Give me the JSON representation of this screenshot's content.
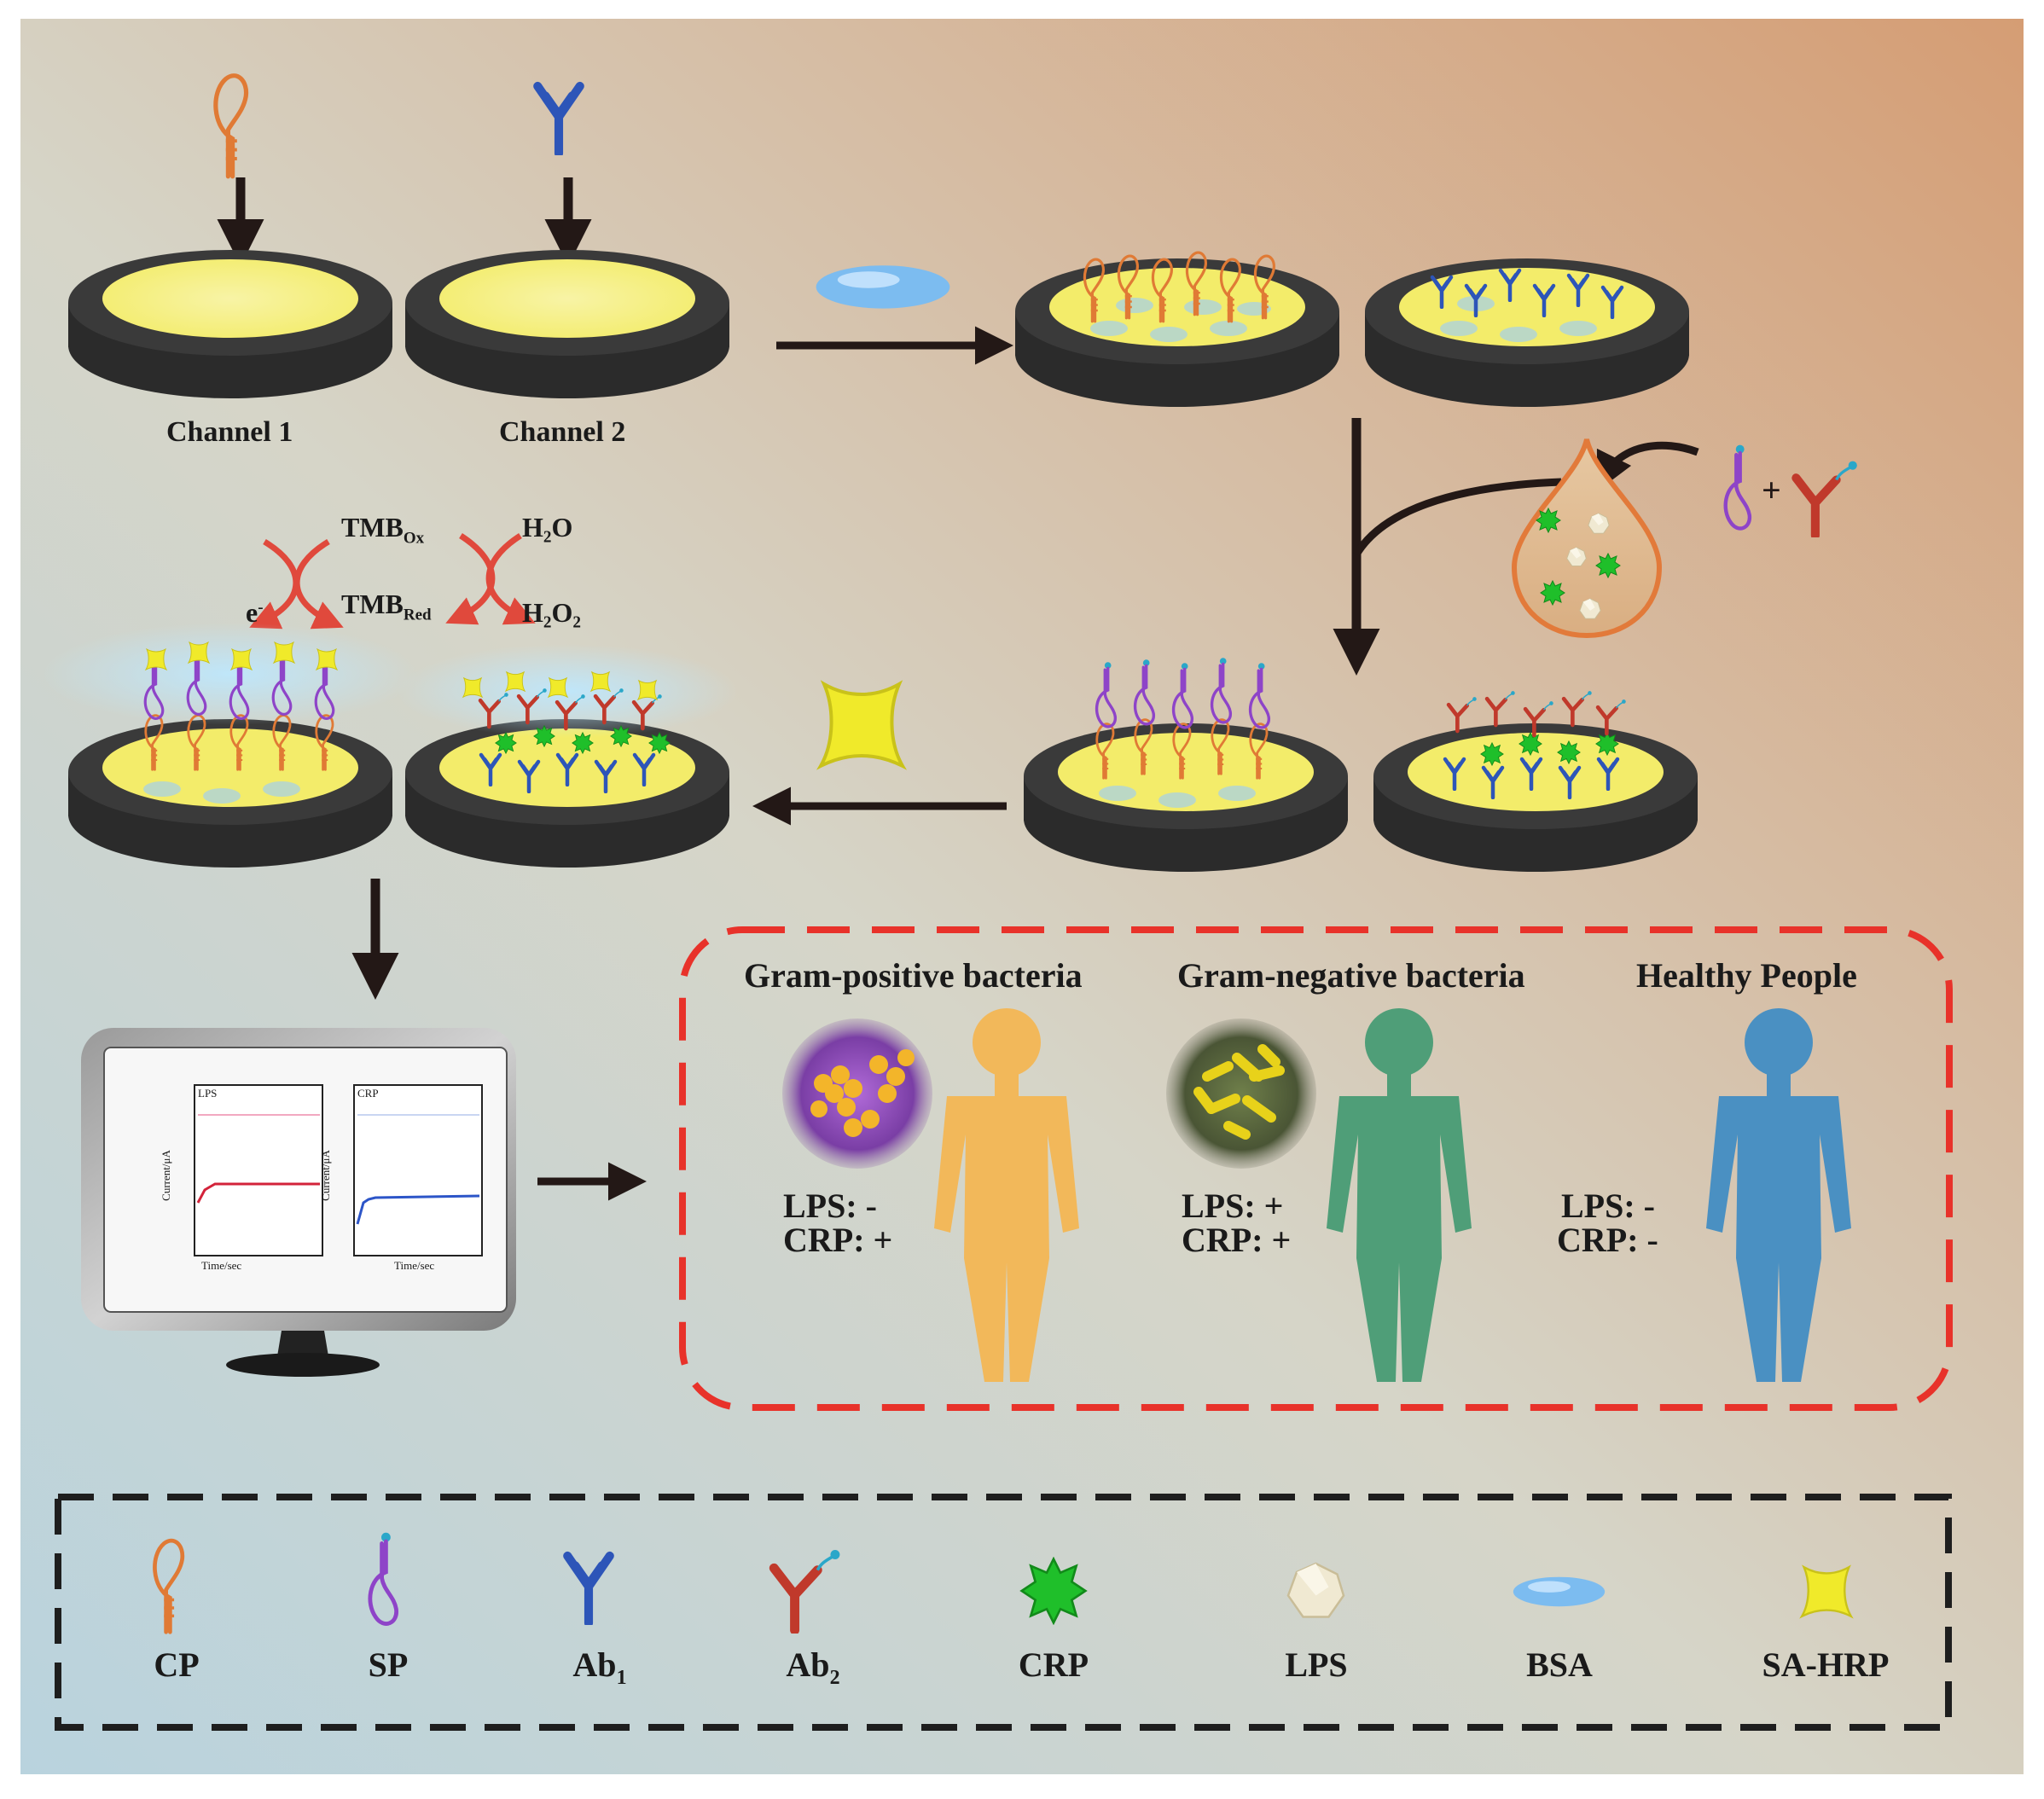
{
  "channels": {
    "ch1": "Channel 1",
    "ch2": "Channel 2"
  },
  "reaction": {
    "tmb_ox_base": "TMB",
    "tmb_ox_sub": "Ox",
    "tmb_red_base": "TMB",
    "tmb_red_sub": "Red",
    "h2o": "H₂O",
    "h2o2": "H₂O₂",
    "electron": "e",
    "electron_sup": "-"
  },
  "groups": {
    "gram_positive": {
      "title": "Gram-positive bacteria",
      "lps": "LPS:  -",
      "crp": "CRP: +"
    },
    "gram_negative": {
      "title": "Gram-negative bacteria",
      "lps": "LPS: +",
      "crp": "CRP: +"
    },
    "healthy": {
      "title": "Healthy People",
      "lps": "LPS: -",
      "crp": "CRP: -"
    }
  },
  "monitor": {
    "plot1": {
      "tag": "LPS",
      "ylabel": "Current/μA",
      "xlabel": "Time/sec"
    },
    "plot2": {
      "tag": "CRP",
      "ylabel": "Current/μA",
      "xlabel": "Time/sec"
    }
  },
  "legend": {
    "cp": "CP",
    "sp": "SP",
    "ab1_base": "Ab",
    "ab1_sub": "1",
    "ab2_base": "Ab",
    "ab2_sub": "2",
    "crp": "CRP",
    "lps": "LPS",
    "bsa": "BSA",
    "sahrp": "SA-HRP"
  },
  "colors": {
    "cp_orange": "#e07a35",
    "sp_purple": "#8e44c8",
    "ab1_blue": "#2d55b8",
    "ab2_red": "#c0392b",
    "crp_green": "#1fbf2a",
    "sahrp_yellow": "#f0ea2a",
    "electrode_gold": "#f3ec6a",
    "dash_red": "#e8322a",
    "gram_pos_body": "#f2b85a",
    "gram_neg_body": "#4f9e78",
    "healthy_body": "#4a90c2"
  }
}
